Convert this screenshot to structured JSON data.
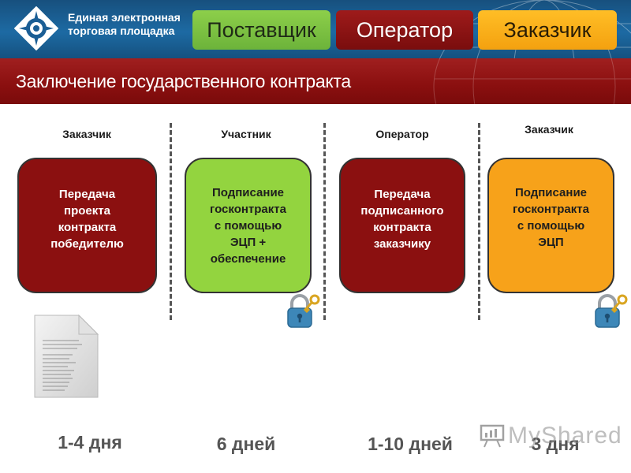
{
  "header": {
    "logo_text": "Единая электронная торговая площадка",
    "roles": [
      {
        "label": "Поставщик",
        "color": "#7cc142"
      },
      {
        "label": "Оператор",
        "color": "#8b1010"
      },
      {
        "label": "Заказчик",
        "color": "#f7a21a"
      }
    ]
  },
  "title": "Заключение государственного контракта",
  "columns": [
    {
      "head": "Заказчик",
      "stage": "Передача\nпроекта\nконтракта\nпобедителю",
      "duration": "1-4 дня",
      "color": "#8b1010"
    },
    {
      "head": "Участник",
      "stage": "Подписание\nгосконтракта\nс помощью\nЭЦП +\nобеспечение",
      "duration": "6 дней",
      "color": "#93d43f",
      "icon": "lock-key-icon"
    },
    {
      "head": "Оператор",
      "stage": "Передача\nподписанного\nконтракта\nзаказчику",
      "duration": "1-10 дней",
      "color": "#8b1010"
    },
    {
      "head": "Заказчик",
      "stage": "Подписание\nгосконтракта\nс помощью\nЭЦП",
      "duration": "3 дня",
      "color": "#f7a21a",
      "icon": "lock-key-icon"
    }
  ],
  "document_icon": "document-icon",
  "watermark": "MyShared"
}
